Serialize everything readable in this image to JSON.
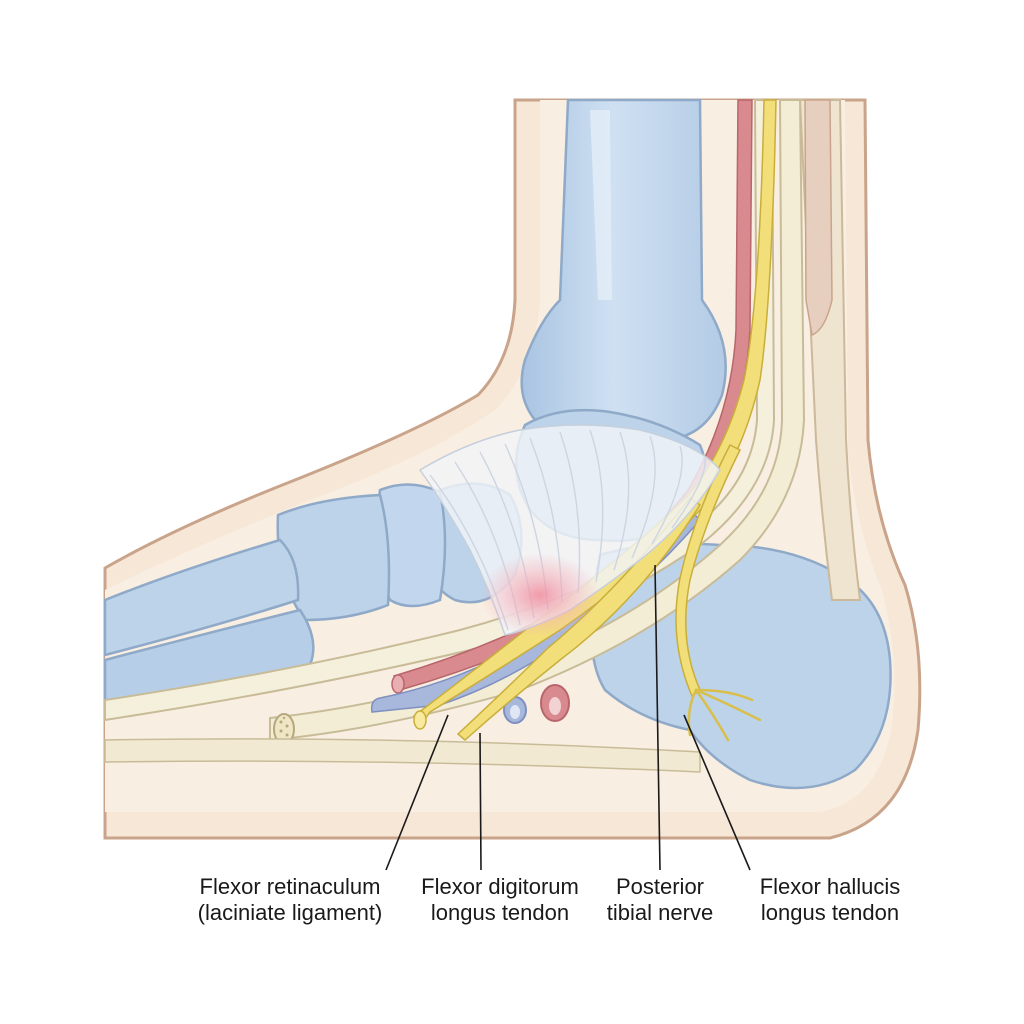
{
  "labels": {
    "flexor_retinaculum": {
      "line1": "Flexor retinaculum",
      "line2": "(laciniate ligament)"
    },
    "flexor_digitorum": {
      "line1": "Flexor digitorum",
      "line2": "longus tendon"
    },
    "posterior_tibial_nerve": {
      "line1": "Posterior",
      "line2": "tibial nerve"
    },
    "flexor_hallucis": {
      "line1": "Flexor hallucis",
      "line2": "longus tendon"
    }
  },
  "colors": {
    "skin": "#f5e6d6",
    "skin_outline": "#c9a48a",
    "bone": "#bcd3ea",
    "bone_outline": "#8fa9c8",
    "tendon": "#f3edd6",
    "tendon_outline": "#c8bc98",
    "nerve": "#f2df7a",
    "nerve_outline": "#c9ae3a",
    "artery": "#d98a8f",
    "vein": "#9fb0d8",
    "inflammation": "#f2a2ae"
  }
}
